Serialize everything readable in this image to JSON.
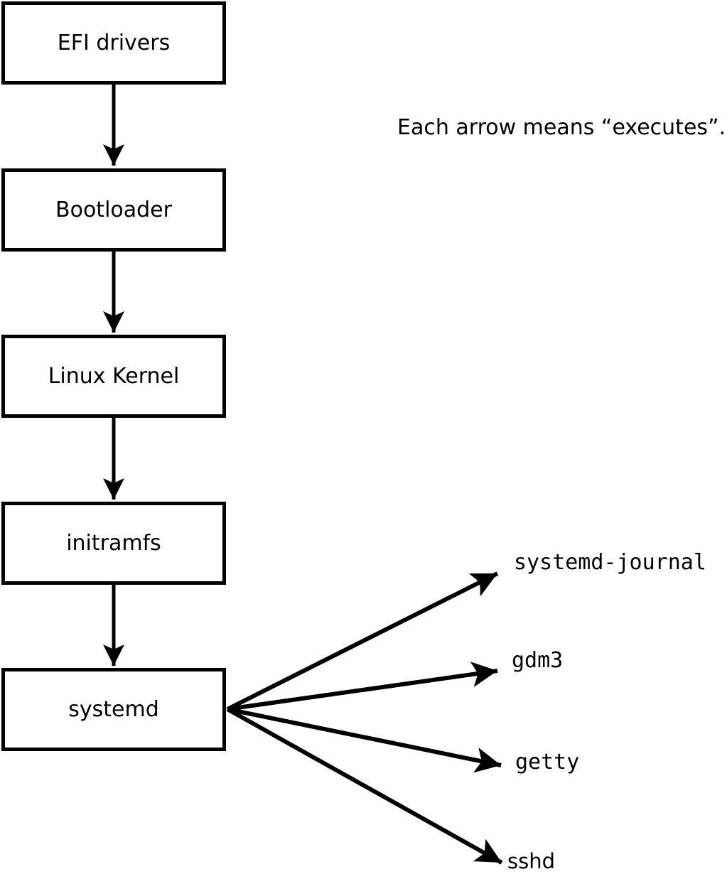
{
  "diagram": {
    "note": "Each arrow means “executes”.",
    "colors": {
      "stroke": "#000000",
      "background": "#ffffff"
    },
    "boot_chain": [
      {
        "label": "EFI drivers"
      },
      {
        "label": "Bootloader"
      },
      {
        "label": "Linux Kernel"
      },
      {
        "label": "initramfs"
      },
      {
        "label": "systemd"
      }
    ],
    "spawned_processes": [
      {
        "label": "systemd-journal"
      },
      {
        "label": "gdm3"
      },
      {
        "label": "getty"
      },
      {
        "label": "sshd"
      }
    ]
  }
}
